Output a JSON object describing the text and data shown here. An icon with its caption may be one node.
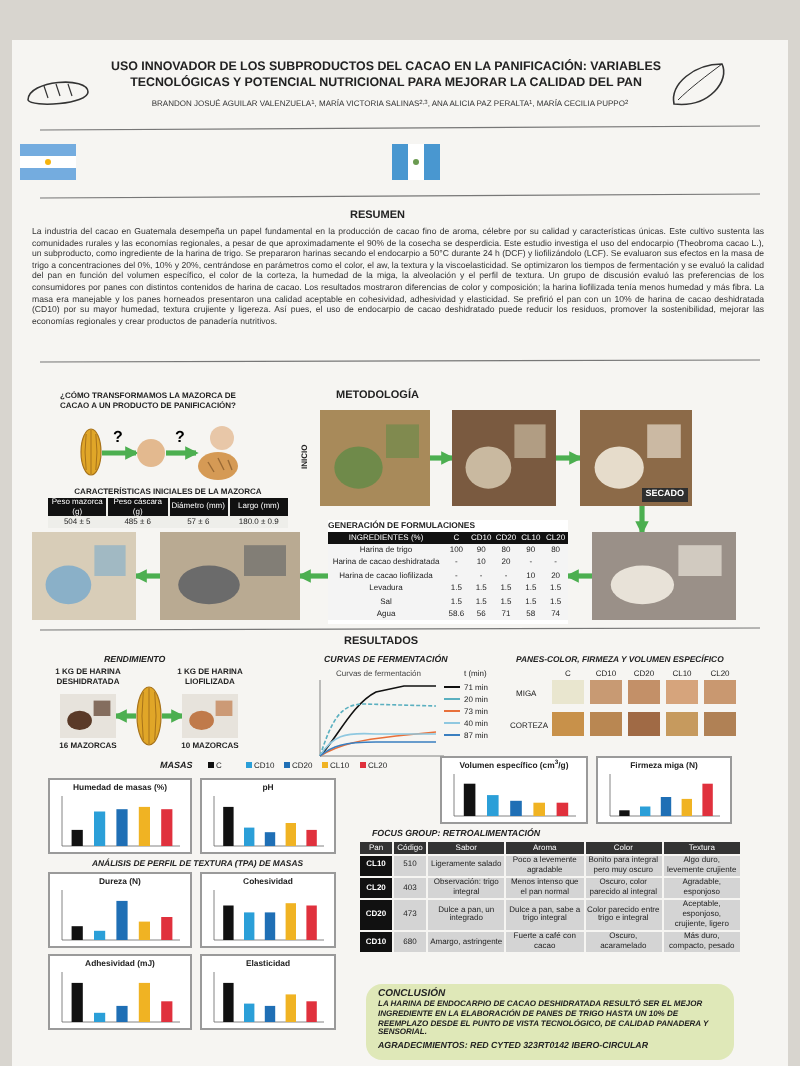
{
  "diagram": {
    "title": "USO INNOVADOR DE LOS SUBPRODUCTOS DEL CACAO EN LA PANIFICACIÓN: VARIABLES TECNOLÓGICAS Y POTENCIAL NUTRICIONAL PARA MEJORAR LA CALIDAD DEL PAN",
    "nodes": [
      {
        "text": [],
        "shape": "picture"
      },
      {
        "text": [],
        "shape": "circle"
      },
      {
        "text": [],
        "shape": "picture"
      },
      {
        "text": [],
        "shape": "picture",
        "beside": [
          "INICIO"
        ]
      },
      {
        "text": [],
        "shape": "picture"
      },
      {
        "text": [
          "SECADO"
        ]
      },
      {
        "text": [],
        "shape": "picture"
      },
      {
        "text": [
          "GENERACIÓN DE FORMULACIONES"
        ]
      },
      {
        "text": [],
        "shape": "picture"
      },
      {
        "text": [],
        "shape": "picture"
      },
      {
        "text": [],
        "shape": "picture",
        "beside": [
          "1 KG DE HARINA DESHIDRATADA",
          "16 MAZORCAS"
        ]
      },
      {
        "text": [],
        "shape": "picture"
      },
      {
        "text": [],
        "shape": "picture",
        "beside": [
          "1 KG DE HARINA LIOFILIZADA",
          "10 MAZORCAS"
        ]
      },
      {
        "text": [
          "CONCLUSIÓN",
          "LA HARINA DE ENDOCARPIO DE CACAO DESHIDRATADA RESULTÓ SER EL MEJOR INGREDIENTE EN LA ELABORACIÓN DE PANES DE TRIGO HASTA UN 10% DE REEMPLAZO DESDE EL PUNTO DE VISTA TECNOLÓGICO, DE CALIDAD PANADERA Y SENSORIAL.",
          "AGRADECIMIENTOS: RED CYTED 323RT0142 IBERO-CIRCULAR"
        ]
      }
    ],
    "edges": [
      {
        "from": 0,
        "to": 1,
        "arrow": "to",
        "label": "?"
      },
      {
        "from": 1,
        "to": 2,
        "arrow": "to",
        "label": "?"
      },
      {
        "from": 3,
        "to": 4,
        "arrow": "to"
      },
      {
        "from": 4,
        "to": 5,
        "arrow": "to"
      },
      {
        "from": 5,
        "to": 6,
        "arrow": "to"
      },
      {
        "from": 6,
        "to": 7,
        "arrow": "to"
      },
      {
        "from": 7,
        "to": 8,
        "arrow": "to"
      },
      {
        "from": 8,
        "to": 9,
        "arrow": "to"
      },
      {
        "from": 11,
        "to": 10,
        "arrow": "to"
      },
      {
        "from": 11,
        "to": 12,
        "arrow": "to"
      }
    ],
    "labels": [
      "BRANDON JOSUÉ AGUILAR VALENZUELA$^{1}$, MARÍA VICTORIA SALINAS$^{2,3}$, ANA ALICIA PAZ PERALTA$^{1}$, MARÍA CECILIA PUPPO$^{2}$",
      "RESUMEN",
      "La industria del cacao en Guatemala desempeña un papel fundamental en la producción de cacao fino de aroma, célebre por su calidad y características únicas. Este cultivo sustenta las comunidades rurales y las economías regionales, a pesar de que aproximadamente el 90% de la cosecha se desperdicia. Este estudio investiga el uso del endocarpio (Theobroma cacao L.), un subproducto, como ingrediente de la harina de trigo. Se prepararon harinas secando el endocarpio a 50°C durante 24 h (DCF) y liofilizándolo (LCF). Se evaluaron sus efectos en la masa de trigo a concentraciones del 0%, 10% y 20%, centrándose en parámetros como el color, el aw, la textura y la viscoelasticidad. Se optimizaron los tiempos de fermentación y se evaluó la calidad del pan en función del volumen específico, el color de la corteza, la humedad de la miga, la alveolación y el perfil de textura. Un grupo de discusión evaluó las preferencias de los consumidores por panes con distintos contenidos de harina de cacao. Los resultados mostraron diferencias de color y composición; la harina liofilizada tenía menos humedad y más fibra. La masa era manejable y los panes horneados presentaron una calidad aceptable en cohesividad, adhesividad y elasticidad. Se prefirió el pan con un 10% de harina de cacao deshidratada (CD10) por su mayor humedad, textura crujiente y ligereza. Así pues, el uso de endocarpio de cacao deshidratado puede reducir los residuos, promover la sostenibilidad, mejorar las economías regionales y crear productos de panadería nutritivos.",
      "¿CÓMO TRANSFORMAMOS LA MAZORCA DE CACAO A UN PRODUCTO DE PANIFICACIÓN?",
      "CARACTERÍSTICAS INICIALES DE LA MAZORCA",
      "Peso mazorca (g)",
      "Peso cáscara (g)",
      "Diámetro (mm)",
      "Largo (mm)",
      "504 ± 5",
      "485 ± 6",
      "57 ± 6",
      "180.0 ± 0.9",
      "METODOLOGÍA",
      "INGREDIENTES (%)",
      "C",
      "CD10",
      "CD20",
      "CL10",
      "CL20",
      "Harina de trigo",
      "100",
      "90",
      "80",
      "90",
      "80",
      "Harina de cacao deshidratada",
      "-",
      "10",
      "20",
      "-",
      "-",
      "Harina de cacao liofilizada",
      "-",
      "-",
      "-",
      "10",
      "20",
      "Levadura",
      "1.5",
      "1.5",
      "1.5",
      "1.5",
      "1.5",
      "Sal",
      "1.5",
      "1.5",
      "1.5",
      "1.5",
      "1.5",
      "Agua",
      "58.6",
      "56",
      "71",
      "58",
      "74",
      "RESULTADOS",
      "RENDIMIENTO",
      "CURVAS DE FERMENTACIÓN",
      "Curvas de fermentación",
      "t (min)",
      "PANES-COLOR, FIRMEZA Y VOLUMEN ESPECÍFICO",
      "C",
      "CD10",
      "CD20",
      "CL10",
      "CL20",
      "MIGA",
      "CORTEZA",
      "MASAS",
      "Humedad de masas (%)",
      "pH",
      "ANÁLISIS DE PERFIL DE TEXTURA (TPA) DE MASAS",
      "Dureza (N)",
      "Cohesividad",
      "Adhesividad (mJ)",
      "Elasticidad",
      "Volumen específico (cm$^{3}$/g)",
      "Firmeza miga (N)",
      "FOCUS GROUP: RETROALIMENTACIÓN",
      "Pan",
      "Código",
      "Sabor",
      "Aroma",
      "Color",
      "Textura",
      "CL10",
      "510",
      "Ligeramente salado",
      "Poco a levemente agradable",
      "Bonito para integral pero muy oscuro",
      "Algo duro, levemente crujiente",
      "CL20",
      "403",
      "Observación: trigo integral",
      "Menos intenso que el pan normal",
      "Oscuro, color parecido al integral",
      "Agradable, esponjoso",
      "CD20",
      "473",
      "Dulce a pan, un integrado",
      "Dulce a pan, sabe a trigo integral",
      "Color parecido entre trigo e integral",
      "Aceptable, esponjoso, crujiente, ligero",
      "CD10",
      "680",
      "Amargo, astringente",
      "Fuerte a café con cacao",
      "Oscuro, acaramelado",
      "Más duro, compacto, pesado"
    ],
    "legend": [
      {
        "text": "C",
        "color": "#111111"
      },
      {
        "text": "CD10",
        "color": "#2b9fd8"
      },
      {
        "text": "CD20",
        "color": "#1f6fb5"
      },
      {
        "text": "CL10",
        "color": "#f0b323"
      },
      {
        "text": "CL20",
        "color": "#e0313d"
      },
      {
        "text": "71 min"
      },
      {
        "text": "20 min"
      },
      {
        "text": "73 min"
      },
      {
        "text": "40 min"
      },
      {
        "text": "87 min"
      }
    ]
  }
}
